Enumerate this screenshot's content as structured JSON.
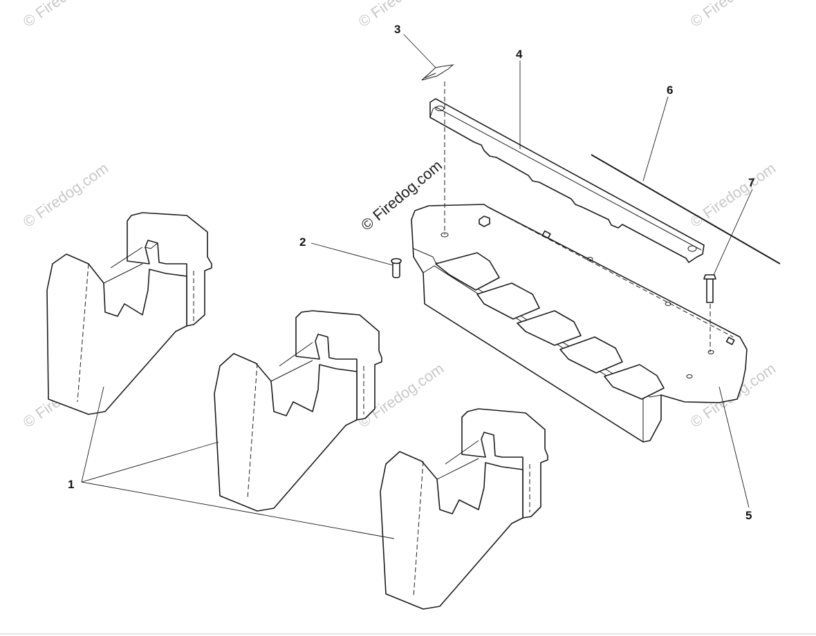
{
  "watermark": {
    "main": "© Firedog.com",
    "tile": "© Firedog.com"
  },
  "callouts": {
    "c1": "1",
    "c2": "2",
    "c3": "3",
    "c4": "4",
    "c5": "5",
    "c6": "6",
    "c7": "7"
  }
}
